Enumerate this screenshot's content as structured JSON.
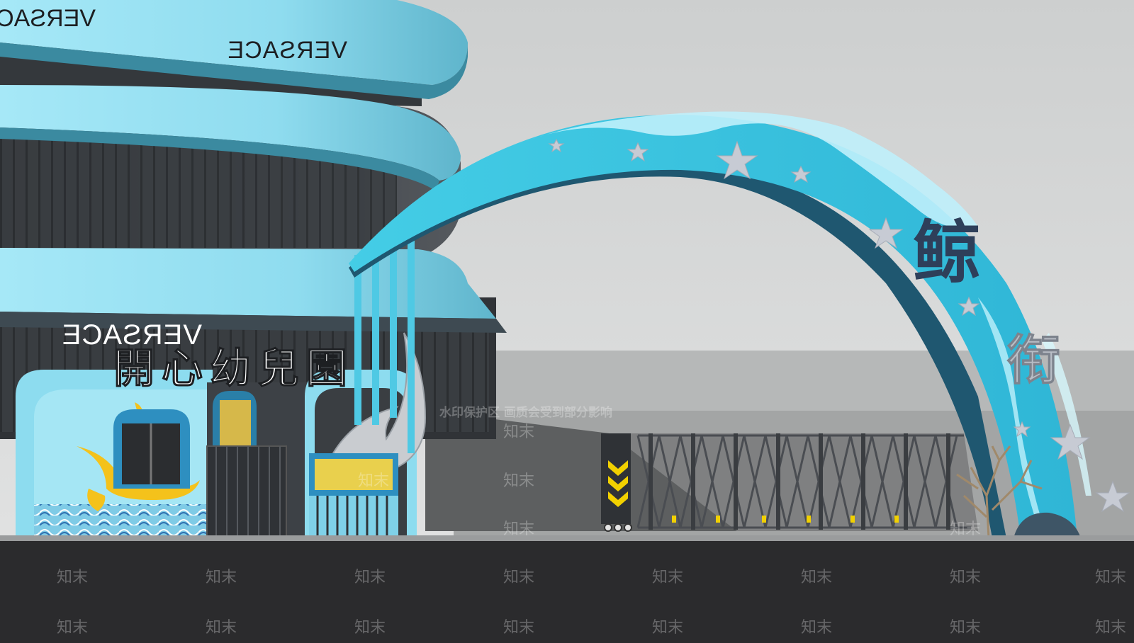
{
  "scene": {
    "facade_sign_upper": "VERSACE",
    "facade_sign_upper_partial": "VERSAC",
    "facade_sign_lower": "VERSACE",
    "kindergarten_name": "開心幼兒園",
    "arch_char_1": "鲸",
    "arch_char_2": "衔"
  },
  "watermark": {
    "banner": "水印保护区  画质会受到部分影响",
    "tile": "知末"
  },
  "colors": {
    "sky": "#d7d9d9",
    "ground": "#2b2b2d",
    "arch_blue": "#37c3e0",
    "building_blue": "#93dff2",
    "glass": "#3a3e42"
  }
}
